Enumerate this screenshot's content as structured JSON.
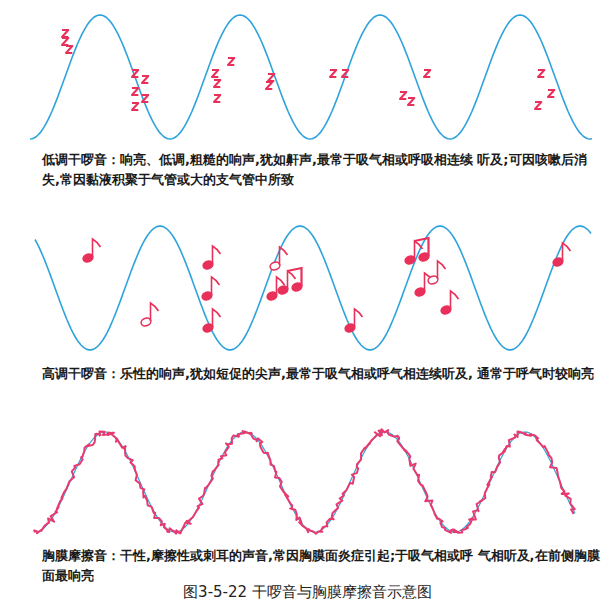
{
  "diagram": {
    "caption": "图3-5-22 干啰音与胸膜摩擦音示意图",
    "labels": [
      "低调干啰音：响亮、低调,粗糙的响声,犹如鼾声,最常于吸气相或呼吸相连续 听及;可因咳嗽后消失,常因黏液积聚于气管或大的支气管中所致",
      "高调干啰音：乐性的响声,犹如短促的尖声,最常于吸气相或呼气相连续听及, 通常于呼气时较响亮",
      "胸膜摩擦音：干性,摩擦性或刺耳的声音,常因胸膜面炎症引起;于吸气相或呼 气相听及,在前侧胸膜面最响亮"
    ]
  }
}
